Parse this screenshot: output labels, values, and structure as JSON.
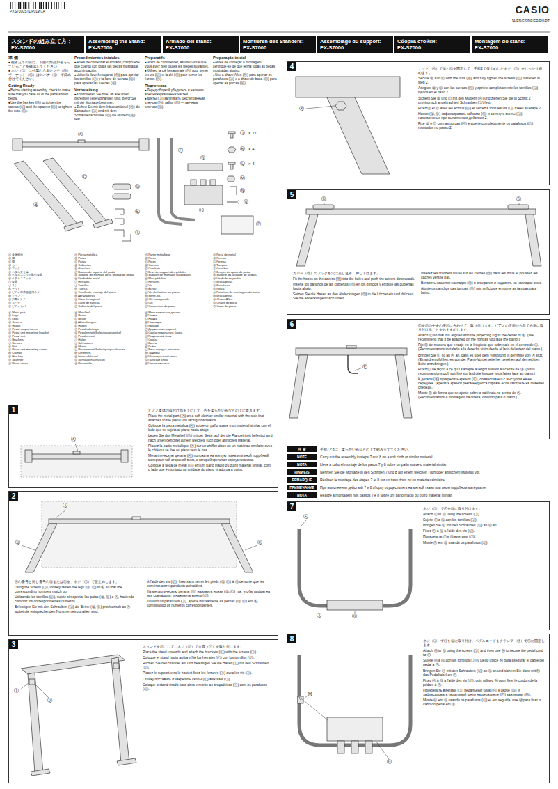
{
  "diagram": {
    "nodes": [
      {
        "text": [
          "スタンドの組み立て方：",
          "PX-S7000"
        ]
      },
      {
        "text": [
          "Assembling the Stand:",
          "PX-S7000"
        ]
      },
      {
        "text": [
          "Armado del stand:",
          "PX-S7000"
        ]
      },
      {
        "text": [
          "Montieren des Ständers:",
          "PX-S7000"
        ]
      },
      {
        "text": [
          "Assemblage du support:",
          "PX-S7000"
        ]
      },
      {
        "text": [
          "Сборка стойки:",
          "PX-S7000"
        ]
      },
      {
        "text": [
          "Montagem do stand:",
          "PX-S7000"
        ]
      },
      {
        "text": [
          "1",
          "ピアノ本体の取付け部を下にして、Ⓐを柔らかい布などの上に置きます。",
          "Place the metal part (Ⓐ) on a soft cloth or similar material with the side that attaches to the piano unit facing downwards.",
          "Coloque la pieza metálica (Ⓐ) sobre un paño suave o un material similar con el lado que se sujeta al piano hacia abajo.",
          "Legen Sie das Metallteil (Ⓐ) mit der Seite, auf der die Pianoeinheit befestigt wird, nach unten gerichtet auf ein weiches Tuch oder ähnliches Material.",
          "Placez la partie métallique (Ⓐ) sur un chiffon doux ou un matériau similaire avec le côté qui se fixe au piano vers le bas.",
          "Металлическую деталь (Ⓐ) положить на мягкую ткань или иной подобный материал той стороной вниз, к которой крепится корпус пианино.",
          "Coloque a peça de metal (Ⓐ) em um pano macio ou outro material similar, com o lado que é montado na unidade do piano virado para baixo."
        ]
      },
      {
        "text": [
          "2",
          "Ⓐの番号と同じ番号のⒷまたはⒸを、ネジ（Ⓙ）で仮止めします。",
          "Using the screws (Ⓙ), loosely fasten the legs (Ⓑ, Ⓒ) to Ⓐ so that the corresponding numbers match up.",
          "Utilizando los tornillos (Ⓙ), sujete sin apretar las patas (Ⓑ, Ⓒ) a Ⓐ, haciendo coincidir los correspondientes números.",
          "Befestigen Sie mit den Schrauben (Ⓙ) die Beine (Ⓑ, Ⓒ) provisorisch an Ⓐ, wobei die entsprechenden Nummern einzuhalten sind.",
          "À l'aide des vis (Ⓙ), fixez sans serrer les pieds (Ⓑ, Ⓒ) à Ⓐ de sorte que les numéros correspondants coïncident.",
          "На металлическую деталь (Ⓐ) наживить ножки (Ⓑ, Ⓒ) так, чтобы цифры на них совпадали, и наживить винты (Ⓙ).",
          "Usando os parafusos (Ⓙ), aperte frouxamente as pernas (Ⓑ, Ⓒ) em Ⓐ, combinando os números correspondentes."
        ]
      },
      {
        "text": [
          "3",
          "スタンドを起こして、ネジ（Ⓙ）で金具（Ⓘ）を取り付けます。",
          "Place the stand upwards and attach the brackets (Ⓘ) with the screws (Ⓙ).",
          "Coloque el stand hacia arriba y fije los herrajes (Ⓘ) con los tornillos (Ⓙ).",
          "Richten Sie den Ständer auf und befestigen Sie die Halter (Ⓘ) mit den Schrauben (Ⓙ).",
          "Placez le support vers le haut et fixez les ferrures (Ⓘ) avec les vis (Ⓙ).",
          "Стойку поставить и закрепить скобы (Ⓘ) винтами (Ⓙ).",
          "Coloque o stand virado para cima e monte as braçadeiras (Ⓘ) com os parafusos (Ⓙ)."
        ]
      },
      {
        "text": [
          "4",
          "ナット（Ⓚ）でⒷとⒸを固定して、手順2で仮止めしたネジ（Ⓙ）をしっかり締めます。",
          "Secure Ⓑ and Ⓒ with the nuts (Ⓚ) and fully tighten the screws (Ⓙ) fastened in step 2.",
          "Asegure Ⓑ y Ⓒ con las tuercas (Ⓚ) y apriete completamente los tornillos (Ⓙ) fijados en el paso 2.",
          "Sichern Sie Ⓑ und Ⓒ mit den Muttern (Ⓚ) und ziehen Sie die in Schritt 2 provisorisch angebrachten Schrauben (Ⓙ) fest.",
          "Fixez Ⓑ et Ⓒ avec les écrous (Ⓚ) et serrez à fond les vis (Ⓙ) fixées à l'étape 2.",
          "Ножки (Ⓑ, Ⓒ) зафиксировать гайками (Ⓚ) и затянуть винты (Ⓙ), наживленные при выполнении действия 2.",
          "Fixe Ⓑ e Ⓒ com as porcas (Ⓚ) e aperte completamente os parafusos (Ⓙ) montados no passo 2."
        ]
      },
      {
        "text": [
          "5",
          "カバー（Ⓓ）のフックを穴に差し込み、押し下げます。",
          "Fit the hooks on the covers (Ⓓ) into the holes and push the covers downwards.",
          "Inserte los ganchos de las cubiertas (Ⓓ) en los orificios y empuje las cubiertas hacia abajo.",
          "Setzen Sie die Haken an den Abdeckungen (Ⓓ) in die Löcher ein und drücken Sie die Abdeckungen nach unten.",
          "Insérez les crochets situés sur les caches (Ⓓ) dans les trous et poussez les caches vers le bas.",
          "Вставить защелки накладок (Ⓓ) в отверстия и надавить на накладки вниз.",
          "Ajuste os ganchos das tampas (Ⓓ) nos orifícios e empurre as tampas para baixo."
        ]
      },
      {
        "text": [
          "6",
          "ⒺをⒶの中央の突起に合わせて、取り付けます。ピアノの正面から見て右側に取り付けることをおすすめします。",
          "Attach Ⓔ so that it is aligned with the projecting lug in the center of Ⓐ. (We recommend that it be attached on the right as you face the piano.)",
          "Fije Ⓔ de manera que encaje en la lengüeta que sobresale en el centro de Ⓐ. (Recomendamos instalarlo a la derecha visto desde el lado delantero del piano.)",
          "Bringen Sie Ⓔ so an Ⓐ an, dass es über dem Vorsprung in der Mitte von Ⓐ sitzt. (Es wird empfohlen, es von der Piano-Vorderseite her gesehen auf der rechten Seite anzubringen.)",
          "Fixez Ⓔ de façon à ce qu'il s'adapte à l'ergot saillant au centre de Ⓐ. (Nous recommandons qu'il soit fixé sur la droite lorsque vous faites face au piano.)",
          "К детали (Ⓐ) прикрепить крючок (Ⓔ), совместив его с выступом на ее середине. (Крепить крючок рекомендуется справа, если смотреть на пианино спереди.)",
          "Monte Ⓔ de forma que se ajuste sobre a saliência no centro de Ⓐ. (Recomendamos a montagem na direita, olhando para o piano.)"
        ]
      },
      {
        "text": [
          "注 意",
          "手順7と8は、柔らかい布などの上で組み立ててください。"
        ]
      },
      {
        "text": [
          "NOTE",
          "Carry out the assembly in steps 7 and 8 on a soft cloth or similar material."
        ]
      },
      {
        "text": [
          "NOTA",
          "Lleve a cabo el montaje de los pasos 7 y 8 sobre un paño suave o material similar."
        ]
      },
      {
        "text": [
          "HINWEIS",
          "Nehmen Sie die Montage in den Schritten 7 und 8 auf einem weichen Tuch oder ähnlichem Material vor."
        ]
      },
      {
        "text": [
          "REMARQUE",
          "Réalisez le montage des étapes 7 et 8 sur un tissu doux ou un matériau similaire."
        ]
      },
      {
        "text": [
          "ПРИМЕЧАНИЕ",
          "При выполнении действий 7 и 8 сборку осуществлять на мягкой ткани или ином подобном материале."
        ]
      },
      {
        "text": [
          "NOTA",
          "Realize a montagem nos passos 7 e 8 sobre um pano macio ou outro material similar."
        ]
      },
      {
        "text": [
          "7",
          "ネジ（Ⓙ）でⒻをⒼに取り付けます。",
          "Attach Ⓕ to Ⓖ using the screws (Ⓙ).",
          "Sujete Ⓕ a Ⓖ con los tornillos (Ⓙ).",
          "Bringen Sie Ⓕ mit den Schrauben (Ⓙ) an Ⓖ an.",
          "Fixez Ⓕ à Ⓖ à l'aide des vis (Ⓙ).",
          "Прикрепить Ⓕ к Ⓖ винтами (Ⓙ).",
          "Monte Ⓕ em Ⓖ usando os parafusos (Ⓙ)."
        ]
      },
      {
        "text": [
          "8",
          "ネジ（Ⓙ）でⒽをⒼに取り付け、ペダルコードをクランプ（Ⓜ）でⒻに固定します。",
          "Attach Ⓗ to Ⓖ using the screws (Ⓙ) and then use Ⓜ to secure the pedal cord to Ⓕ.",
          "Sujete Ⓗ a Ⓖ con los tornillos (Ⓙ) y luego utilice Ⓜ para asegurar el cable del pedal a Ⓕ.",
          "Bringen Sie Ⓗ mit den Schrauben (Ⓙ) an Ⓖ an und sichern Sie dann mit Ⓜ das Pedalkabel an Ⓕ.",
          "Fixez Ⓗ à Ⓖ à l'aide des vis (Ⓙ), puis utilisez Ⓜ pour fixer le cordon de la pédale à Ⓕ.",
          "Прикрепить винтами (Ⓙ) педальный блок (Ⓗ) к скобе (Ⓖ) и зафиксировать педальный шнур на держателе (Ⓕ) зажимами (Ⓜ).",
          "Monte Ⓗ em Ⓖ usando os parafusos (Ⓙ) e, em seguida, use Ⓜ para fixar o cabo do pedal em Ⓕ."
        ]
      }
    ],
    "labels": [
      "PXS7000STDP01W1A",
      "CASIO",
      "JA/EN/ES/DE/FR/RU/PT",
      "準 備",
      "● 組み立ての前に、下図の部品がそろっていることを確認してください。",
      "● ネジ（Ⓙ）は付属の六角レンチ（Ⓝ）で、ナット（Ⓚ）はスパナ（Ⓞ）で締め付けてください。",
      "Getting Ready",
      "●Before starting assembly, check to make sure that you have all of the parts shown below.",
      "●Use the hex key (Ⓝ) to tighten the screws (Ⓙ) and the spanner (Ⓞ) to tighten the nuts (Ⓚ).",
      "Procedimientos iniciales",
      "●Antes de comenzar el armado, compruebe que cuenta con todas las piezas mostradas a continuación.",
      "●Utilice la llave hexagonal (Ⓝ) para apretar los tornillos (Ⓙ) y la llave de tuercas (Ⓞ) para apretar las tuercas (Ⓚ).",
      "Vorbereitung",
      "●Kontrollieren Sie bitte, ob alle unten gezeigten Teile vorhanden sind, bevor Sie mit der Montage beginnen.",
      "●Ziehen Sie mit dem Inbusschlüssel (Ⓝ) die Schrauben (Ⓙ) und mit dem Schraubenschlüssel (Ⓞ) die Muttern (Ⓚ) fest.",
      "Préparatifs",
      "●Avant de commencer, assurez-vous que vous avez bien toutes les pièces suivantes.",
      "●Utilisez la clé hexagonale (Ⓝ) pour serrer les vis (Ⓙ) et la clé (Ⓞ) pour serrer les écrous (Ⓚ).",
      "Подготовка",
      "●Перед сборкой убедитесь в наличии всех нижеуказанных частей.",
      "●Винты (Ⓙ) затягивать шестигранным ключом (Ⓝ), гайки (Ⓚ) — гаечным ключом (Ⓞ).",
      "Preparação inicial",
      "●Antes de começar a montagem, certifique-se de que tenha todas as peças mostradas abaixo.",
      "●Use a chave Allen (Ⓝ) para apertar os parafusos (Ⓙ) e a chave de boca (Ⓞ) para apertar as porcas (Ⓚ).",
      "Ⓐ 金属部品",
      "Ⓑ 脚",
      "Ⓒ 脚",
      "Ⓓ カバー",
      "Ⓔ フック",
      "Ⓕ ペダル支え棒",
      "Ⓖ ペダルユニット取付金具",
      "Ⓗ ペダルユニット",
      "Ⓘ 金具",
      "Ⓙ ネジ",
      "Ⓚ ナット",
      "Ⓛ ピアノ本体固定用ネジ",
      "Ⓜ クランプ",
      "Ⓝ 六角レンチ",
      "Ⓞ スパナ",
      "Ⓟ ピアノカバー",
      "Ⓐ Metal part",
      "Ⓑ Legs",
      "Ⓒ Legs",
      "Ⓓ Covers",
      "Ⓔ Hooks",
      "Ⓕ Pedal support arms",
      "Ⓖ Pedal unit mounting bracket",
      "Ⓗ Pedal unit",
      "Ⓘ Brackets",
      "Ⓙ Screws",
      "Ⓚ Nut",
      "Ⓛ Piano unit mounting screw",
      "Ⓜ Clamps",
      "Ⓝ Hex key",
      "Ⓞ Spanner",
      "Ⓟ Piano cover",
      "Ⓐ Pieza metálica",
      "Ⓑ Patas",
      "Ⓒ Patas",
      "Ⓓ Cubiertas",
      "Ⓔ Ganchos",
      "Ⓕ Brazos de soporte del pedal",
      "Ⓖ Soporte de montaje de la unidad de pedal",
      "Ⓗ Unidad de pedal",
      "Ⓘ Herrajes",
      "Ⓙ Tornillos",
      "Ⓚ Tuerca",
      "Ⓛ Tornillo de montaje del piano",
      "Ⓜ Abrazaderas",
      "Ⓝ Llave hexagonal",
      "Ⓞ Llave de tuercas",
      "Ⓟ Cubierta del piano",
      "Ⓐ Metallteil",
      "Ⓑ Beine",
      "Ⓒ Beine",
      "Ⓓ Abdeckungen",
      "Ⓔ Haken",
      "Ⓕ Pedalhaltebügel",
      "Ⓖ Pedaleinheit-Befestigungswinkel",
      "Ⓗ Pedaleinheit",
      "Ⓘ Halter",
      "Ⓙ Schrauben",
      "Ⓚ Mutter",
      "Ⓛ Pianoeinheit-Befestigungsschraube",
      "Ⓜ Klemmen",
      "Ⓝ Inbusschlüssel",
      "Ⓞ Schraubenschlüssel",
      "Ⓟ Pianohülle",
      "Ⓐ Partie métallique",
      "Ⓑ Pieds",
      "Ⓒ Pieds",
      "Ⓓ Caches",
      "Ⓔ Crochets",
      "Ⓕ Bras de support des pédales",
      "Ⓖ Support de montage du pédalier",
      "Ⓗ Bloc pédalier",
      "Ⓘ Ferrures",
      "Ⓙ Vis",
      "Ⓚ Écrou",
      "Ⓛ Vis de fixation au piano",
      "Ⓜ Serre-fils",
      "Ⓝ Clé hexagonale",
      "Ⓞ Clé",
      "Ⓟ Couverture du piano",
      "Ⓐ Металлическая деталь",
      "Ⓑ Ножки",
      "Ⓒ Ножки",
      "Ⓓ Накладки",
      "Ⓔ Крючки",
      "Ⓕ Держатели педалей",
      "Ⓖ Скоба педального блока",
      "Ⓗ Педальный блок",
      "Ⓘ Скобы",
      "Ⓙ Винты",
      "Ⓚ Гайка",
      "Ⓛ Винт корпуса пианино",
      "Ⓜ Зажимы",
      "Ⓝ Шестигранный ключ",
      "Ⓞ Гаечный ключ",
      "Ⓟ Чехол пианино",
      "Ⓐ Peça de metal",
      "Ⓑ Pernas",
      "Ⓒ Pernas",
      "Ⓓ Tampas",
      "Ⓔ Ganchos",
      "Ⓕ Braços de apoio do pedal",
      "Ⓖ Suporte da unidade de pedais",
      "Ⓗ Unidade de pedais",
      "Ⓘ Braçadeiras",
      "Ⓙ Parafusos",
      "Ⓚ Porca",
      "Ⓛ Parafuso de montagem do piano",
      "Ⓜ Braçadeiras",
      "Ⓝ Chave Allen",
      "Ⓞ Chave de boca",
      "Ⓟ Capa de piano",
      "Ⓐ",
      "Ⓑ",
      "Ⓒ",
      "Ⓓ",
      "Ⓔ",
      "Ⓕ",
      "Ⓖ",
      "Ⓗ",
      "Ⓘ",
      "Ⓙ",
      "× 27",
      "Ⓚ",
      "× 4",
      "Ⓛ",
      "× 4",
      "Ⓜ",
      "Ⓝ",
      "Ⓞ",
      "Ⓟ",
      "Ⓐ",
      "Ⓑ",
      "Ⓒ",
      "Ⓙ",
      "Ⓘ",
      "Ⓙ",
      "Ⓚ",
      "Ⓓ",
      "Ⓓ",
      "Ⓔ",
      "Ⓕ",
      "Ⓖ",
      "Ⓙ",
      "Ⓗ",
      "Ⓜ"
    ]
  }
}
